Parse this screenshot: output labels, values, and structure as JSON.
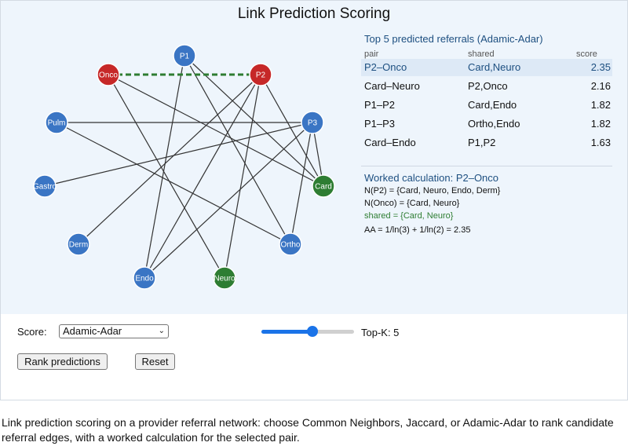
{
  "title": "Link Prediction Scoring",
  "graph": {
    "nodes": [
      {
        "id": "P1",
        "label": "P1",
        "color": "#3a75c4"
      },
      {
        "id": "Onco",
        "label": "Onco",
        "color": "#c62828"
      },
      {
        "id": "P2",
        "label": "P2",
        "color": "#c62828"
      },
      {
        "id": "Pulm",
        "label": "Pulm",
        "color": "#3a75c4"
      },
      {
        "id": "P3",
        "label": "P3",
        "color": "#3a75c4"
      },
      {
        "id": "Gastro",
        "label": "Gastro",
        "color": "#3a75c4"
      },
      {
        "id": "Card",
        "label": "Card",
        "color": "#2e7d32"
      },
      {
        "id": "Derm",
        "label": "Derm",
        "color": "#3a75c4"
      },
      {
        "id": "Ortho",
        "label": "Ortho",
        "color": "#3a75c4"
      },
      {
        "id": "Endo",
        "label": "Endo",
        "color": "#3a75c4"
      },
      {
        "id": "Neuro",
        "label": "Neuro",
        "color": "#2e7d32"
      }
    ],
    "edges": [
      [
        "Onco",
        "Card"
      ],
      [
        "Onco",
        "Neuro"
      ],
      [
        "P1",
        "Card"
      ],
      [
        "P1",
        "Endo"
      ],
      [
        "P1",
        "Ortho"
      ],
      [
        "P2",
        "Card"
      ],
      [
        "P2",
        "Endo"
      ],
      [
        "P2",
        "Neuro"
      ],
      [
        "P2",
        "Derm"
      ],
      [
        "Pulm",
        "P3"
      ],
      [
        "Pulm",
        "Ortho"
      ],
      [
        "P3",
        "Gastro"
      ],
      [
        "P3",
        "Endo"
      ],
      [
        "P3",
        "Ortho"
      ],
      [
        "P3",
        "Card"
      ]
    ],
    "predicted_edge": [
      "Onco",
      "P2"
    ],
    "predicted_color": "#2e7d32",
    "edge_color": "#333333"
  },
  "ranking": {
    "title": "Top 5 predicted referrals (Adamic-Adar)",
    "headers": {
      "pair": "pair",
      "shared": "shared",
      "score": "score"
    },
    "rows": [
      {
        "pair": "P2–Onco",
        "shared": "Card,Neuro",
        "score": "2.35",
        "selected": true
      },
      {
        "pair": "Card–Neuro",
        "shared": "P2,Onco",
        "score": "2.16",
        "selected": false
      },
      {
        "pair": "P1–P2",
        "shared": "Card,Endo",
        "score": "1.82",
        "selected": false
      },
      {
        "pair": "P1–P3",
        "shared": "Ortho,Endo",
        "score": "1.82",
        "selected": false
      },
      {
        "pair": "Card–Endo",
        "shared": "P1,P2",
        "score": "1.63",
        "selected": false
      }
    ]
  },
  "calculation": {
    "title": "Worked calculation: P2–Onco",
    "line1": "N(P2) = {Card, Neuro, Endo, Derm}",
    "line2": "N(Onco) = {Card, Neuro}",
    "line3": "shared = {Card, Neuro}",
    "line4": "AA = 1/ln(3) + 1/ln(2) = 2.35"
  },
  "controls": {
    "score_label": "Score:",
    "score_value": "Adamic-Adar",
    "topk_label": "Top-K: 5",
    "topk_fraction": 0.55,
    "rank_button": "Rank predictions",
    "reset_button": "Reset"
  },
  "caption": "Link prediction scoring on a provider referral network: choose Common Neighbors, Jaccard, or Adamic-Adar to rank candidate referral edges, with a worked calculation for the selected pair."
}
